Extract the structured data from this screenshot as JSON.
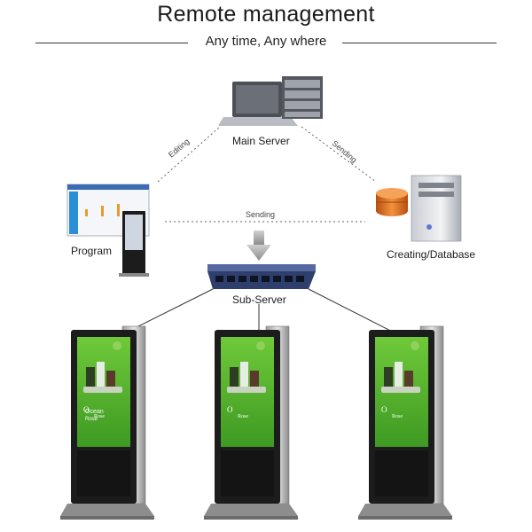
{
  "header": {
    "title": "Remote management",
    "subtitle": "Any time, Any where"
  },
  "nodes": {
    "main_server": "Main Server",
    "program": "Program",
    "database": "Creating/Database",
    "sub_server": "Sub-Server"
  },
  "edges": {
    "editing": "Editing",
    "sending_right": "Sending",
    "sending_center": "Sending"
  },
  "kiosk_screen": {
    "brand_line1": "Ocean",
    "brand_line2": "Rose"
  },
  "colors": {
    "screen_green": "#55b82e",
    "kiosk_body": "#1c1c1c",
    "switch_blue": "#2e3f6e",
    "database_orange": "#e0741f"
  }
}
